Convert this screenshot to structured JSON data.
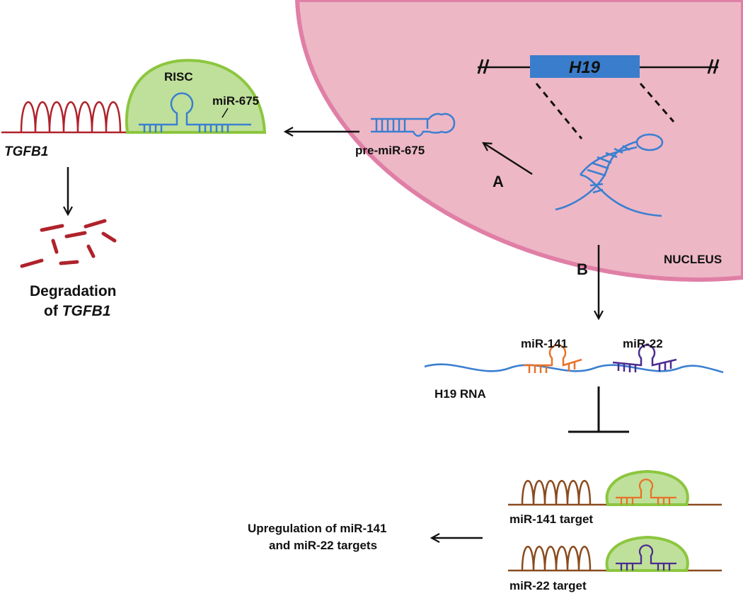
{
  "labels": {
    "risc": "RISC",
    "mir675": "miR-675",
    "tgfb1": "TGFB1",
    "degradation_line1": "Degradation",
    "degradation_of": "of",
    "degradation_gene": "TGFB1",
    "pre_mir675": "pre-miR-675",
    "h19_gene": "H19",
    "arrow_a": "A",
    "arrow_b": "B",
    "nucleus": "NUCLEUS",
    "mir141": "miR-141",
    "mir22": "miR-22",
    "h19_rna": "H19 RNA",
    "mir141_target": "miR-141 target",
    "mir22_target": "miR-22 target",
    "upregulation_line1": "Upregulation of miR-141",
    "upregulation_line2": "and miR-22 targets"
  },
  "colors": {
    "nucleus_fill": "#EDB7C6",
    "nucleus_edge": "#E07FA6",
    "gene_box": "#3A7DCC",
    "rna_blue": "#3B7FD0",
    "tgfb1_red": "#B0222B",
    "target_brown": "#8A4A1E",
    "risc_fill": "#BFE09A",
    "risc_edge": "#8CC63F",
    "mir141_orange": "#E8722A",
    "mir22_purple": "#4B2C8F",
    "text": "#111111"
  }
}
